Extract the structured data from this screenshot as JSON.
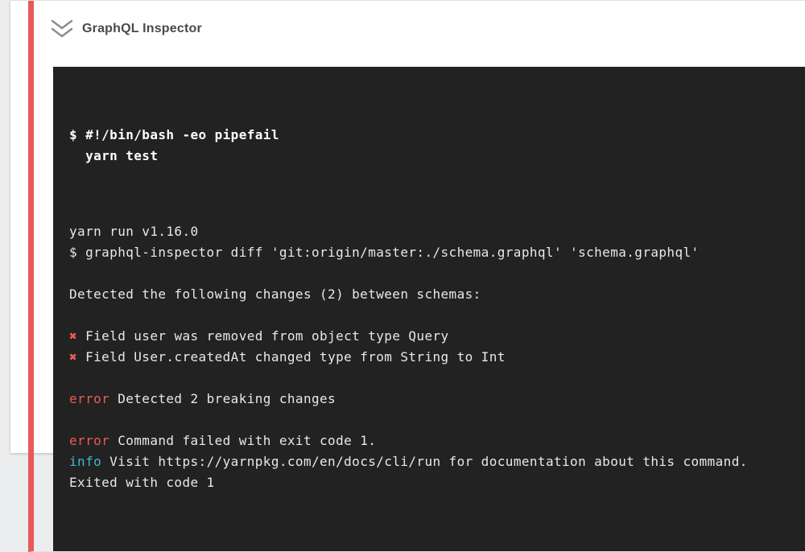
{
  "page": {
    "background_color": "#ecedee"
  },
  "step": {
    "title": "GraphQL Inspector",
    "status_color": "#e85a5a",
    "chevron_icon": "double-chevron-down"
  },
  "terminal": {
    "background_color": "#222222",
    "command_lines": [
      "$ #!/bin/bash -eo pipefail",
      "  yarn test"
    ],
    "lines": [
      [
        {
          "t": "yarn run v1.16.0"
        }
      ],
      [
        {
          "t": "$ graphql-inspector diff 'git:origin/master:./schema.graphql' 'schema.graphql'"
        }
      ],
      [],
      [
        {
          "t": "Detected the following changes (2) between schemas:"
        }
      ],
      [],
      [
        {
          "t": "✖",
          "c": "red"
        },
        {
          "t": " Field user was removed from object type Query"
        }
      ],
      [
        {
          "t": "✖",
          "c": "red"
        },
        {
          "t": " Field User.createdAt changed type from String to Int"
        }
      ],
      [],
      [
        {
          "t": "error",
          "c": "red"
        },
        {
          "t": " Detected 2 breaking changes"
        }
      ],
      [],
      [
        {
          "t": "error",
          "c": "red"
        },
        {
          "t": " Command failed with exit code 1."
        }
      ],
      [
        {
          "t": "info",
          "c": "cyan"
        },
        {
          "t": " Visit https://yarnpkg.com/en/docs/cli/run for documentation about this command."
        }
      ],
      [
        {
          "t": "Exited with code 1"
        }
      ]
    ],
    "colors": {
      "red": "#ef5a55",
      "cyan": "#3cb8cd",
      "default": "#e8e8e6",
      "command_bold": "#ffffff"
    }
  }
}
